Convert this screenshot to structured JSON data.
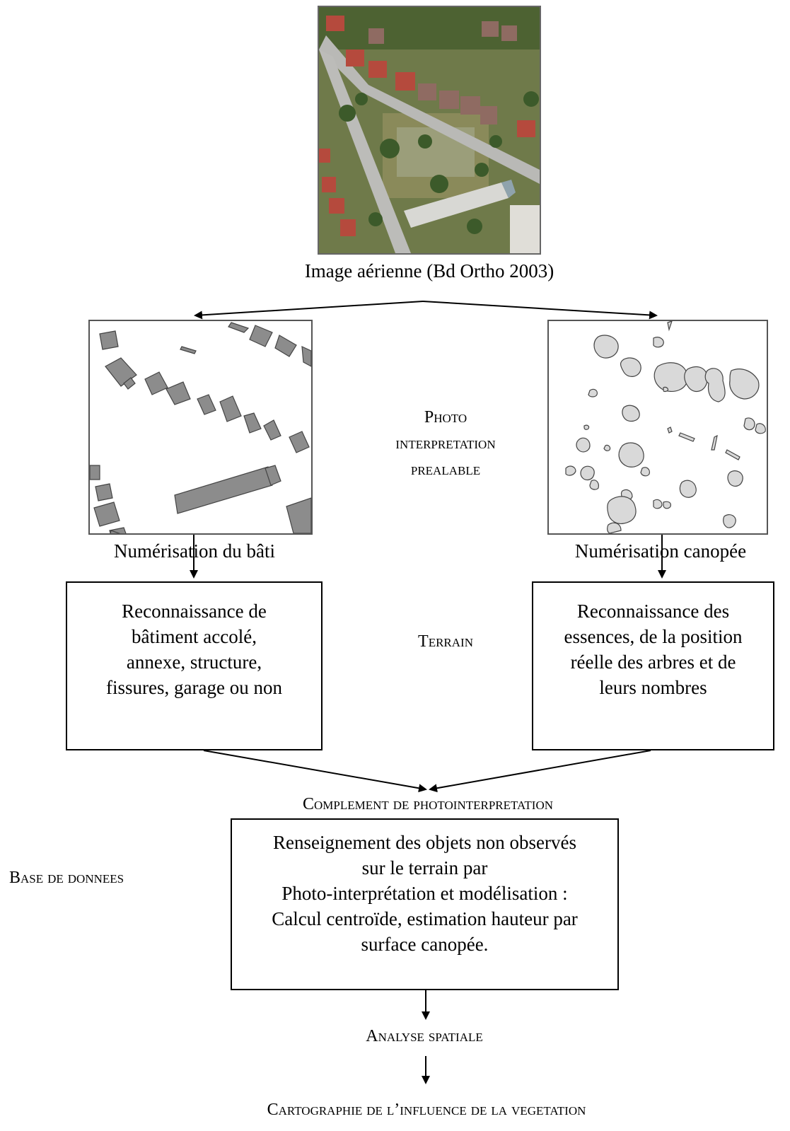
{
  "aerial": {
    "caption": "Image aérienne (Bd Ortho 2003)"
  },
  "left_panel": {
    "caption": "Numérisation du bâti"
  },
  "right_panel": {
    "caption": "Numérisation canopée"
  },
  "center_step_1": "Photo\ninterpretation\nprealable",
  "center_step_2": "Terrain",
  "left_box": "Reconnaissance de\nbâtiment accolé,\nannexe, structure,\nfissures, garage ou non",
  "right_box": "Reconnaissance des\nessences, de la position\nréelle des arbres et de\nleurs nombres",
  "complement_label": "Complement de photointerpretation",
  "db_label": "Base de donnees",
  "db_box": "Renseignement des objets non observés\nsur le terrain par\nPhoto-interprétation et modélisation :\nCalcul centroïde, estimation hauteur par\nsurface canopée.",
  "analysis_label": "Analyse spatiale",
  "final_label": "Cartographie de l’influence de la vegetation",
  "colors": {
    "building_fill": "#8c8c8c",
    "canopy_fill": "#d9d9d9",
    "shape_stroke": "#444444"
  }
}
